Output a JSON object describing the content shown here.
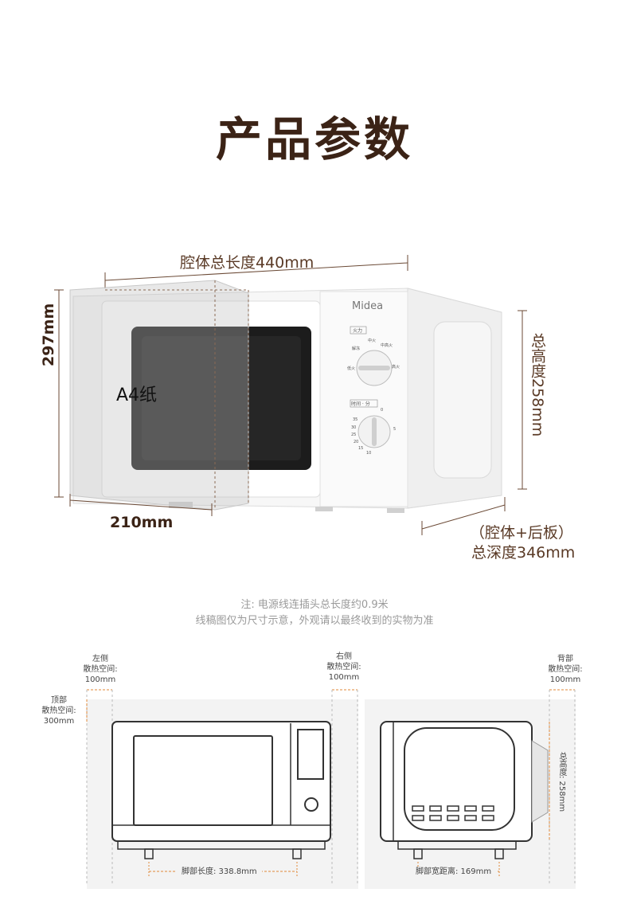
{
  "title": "产品参数",
  "top_dims": {
    "cavity_length": "腔体总长度440mm",
    "a4_height": "297mm",
    "a4_label": "A4纸",
    "a4_width": "210mm",
    "total_height": "总高度258mm",
    "depth_line1": "（腔体+后板）",
    "depth_line2": "总深度346mm"
  },
  "brand": "Midea",
  "knob_labels": {
    "power": "火力",
    "timer": "时间 · 分",
    "settings": [
      "中火",
      "中高火",
      "高火",
      "低火",
      "解冻"
    ],
    "times": [
      "0",
      "5",
      "10",
      "15",
      "20",
      "25",
      "30",
      "35"
    ]
  },
  "notes": [
    "注: 电源线连插头总长度约0.9米",
    "线稿图仅为尺寸示意，外观请以最终收到的实物为准"
  ],
  "front_panel": {
    "left_space": [
      "左侧",
      "散热空间:",
      "100mm"
    ],
    "top_space": [
      "顶部",
      "散热空间:",
      "300mm"
    ],
    "right_space": [
      "右侧",
      "散热空间:",
      "100mm"
    ],
    "foot_length": "脚部长度:  338.8mm"
  },
  "side_panel": {
    "back_space": [
      "背部",
      "散热空间:",
      "100mm"
    ],
    "total_height": "总高度: 258mm",
    "foot_width": "脚部宽距离:  169mm"
  }
}
